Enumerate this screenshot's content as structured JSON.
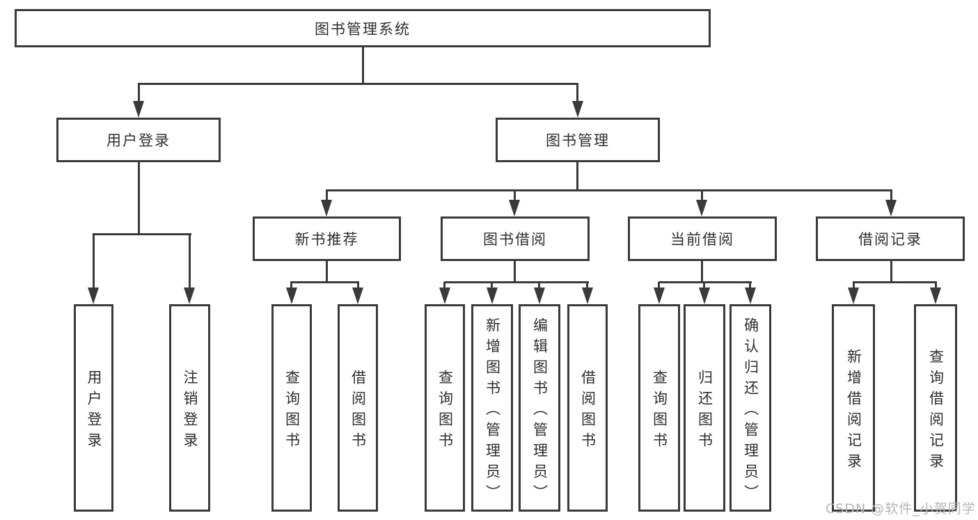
{
  "diagram_title": "图书管理系统",
  "tree": {
    "label": "图书管理系统",
    "children": [
      {
        "label": "用户登录",
        "children": [
          {
            "label": "用户登录"
          },
          {
            "label": "注销登录"
          }
        ]
      },
      {
        "label": "图书管理",
        "children": [
          {
            "label": "新书推荐",
            "children": [
              {
                "label": "查询图书"
              },
              {
                "label": "借阅图书"
              }
            ]
          },
          {
            "label": "图书借阅",
            "children": [
              {
                "label": "查询图书"
              },
              {
                "label": "新增图书（管理员）"
              },
              {
                "label": "编辑图书（管理员）"
              },
              {
                "label": "借阅图书"
              }
            ]
          },
          {
            "label": "当前借阅",
            "children": [
              {
                "label": "查询图书"
              },
              {
                "label": "归还图书"
              },
              {
                "label": "确认归还（管理员）"
              }
            ]
          },
          {
            "label": "借阅记录",
            "children": [
              {
                "label": "新增借阅记录"
              },
              {
                "label": "查询借阅记录"
              }
            ]
          }
        ]
      }
    ]
  },
  "watermark": {
    "text": "CSDN @软件_小贺同学"
  },
  "colors": {
    "line": "#3a3a3a",
    "text": "#2e2e2e",
    "watermark": "#b5b5b5",
    "background": "#ffffff"
  }
}
